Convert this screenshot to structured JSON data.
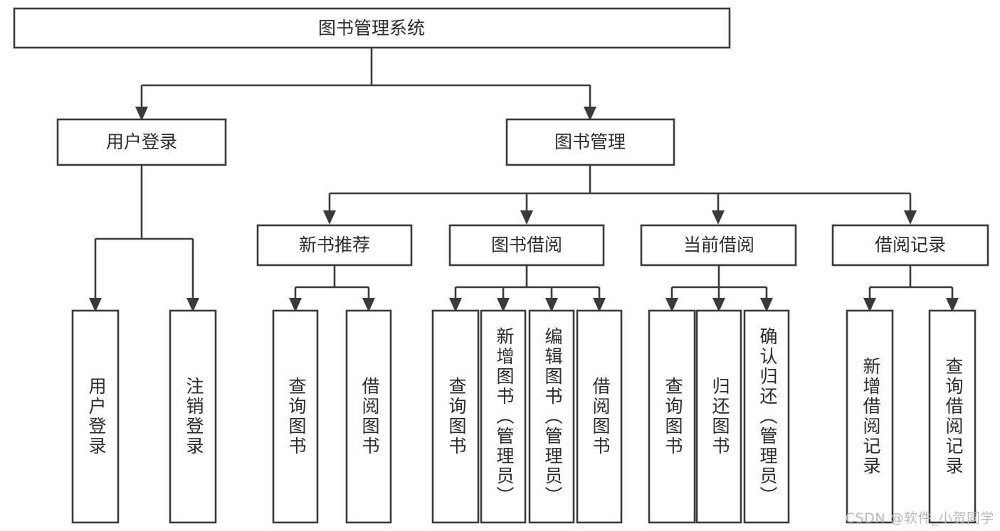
{
  "diagram": {
    "type": "tree-hierarchy",
    "title": "图书管理系统",
    "orientation": "top-down",
    "levels": [
      {
        "level": 1,
        "nodes": [
          {
            "id": "root",
            "label": "图书管理系统",
            "text_direction": "horizontal"
          }
        ]
      },
      {
        "level": 2,
        "nodes": [
          {
            "id": "login",
            "label": "用户登录",
            "text_direction": "horizontal",
            "parent": "root"
          },
          {
            "id": "bookmgmt",
            "label": "图书管理",
            "text_direction": "horizontal",
            "parent": "root"
          }
        ]
      },
      {
        "level": 3,
        "nodes": [
          {
            "id": "newbook",
            "label": "新书推荐",
            "text_direction": "horizontal",
            "parent": "bookmgmt"
          },
          {
            "id": "borrow",
            "label": "图书借阅",
            "text_direction": "horizontal",
            "parent": "bookmgmt"
          },
          {
            "id": "current",
            "label": "当前借阅",
            "text_direction": "horizontal",
            "parent": "bookmgmt"
          },
          {
            "id": "records",
            "label": "借阅记录",
            "text_direction": "horizontal",
            "parent": "bookmgmt"
          }
        ]
      },
      {
        "level": 4,
        "nodes": [
          {
            "id": "leaf-1",
            "label": "用户登录",
            "text_direction": "vertical",
            "parent": "login"
          },
          {
            "id": "leaf-2",
            "label": "注销登录",
            "text_direction": "vertical",
            "parent": "login"
          },
          {
            "id": "leaf-3",
            "label": "查询图书",
            "text_direction": "vertical",
            "parent": "newbook"
          },
          {
            "id": "leaf-4",
            "label": "借阅图书",
            "text_direction": "vertical",
            "parent": "newbook"
          },
          {
            "id": "leaf-5",
            "label": "查询图书",
            "text_direction": "vertical",
            "parent": "borrow"
          },
          {
            "id": "leaf-6",
            "label": "新增图书（管理员）",
            "text_direction": "vertical",
            "parent": "borrow"
          },
          {
            "id": "leaf-7",
            "label": "编辑图书（管理员）",
            "text_direction": "vertical",
            "parent": "borrow"
          },
          {
            "id": "leaf-8",
            "label": "借阅图书",
            "text_direction": "vertical",
            "parent": "borrow"
          },
          {
            "id": "leaf-9",
            "label": "查询图书",
            "text_direction": "vertical",
            "parent": "current"
          },
          {
            "id": "leaf-10",
            "label": "归还图书",
            "text_direction": "vertical",
            "parent": "current"
          },
          {
            "id": "leaf-11",
            "label": "确认归还（管理员）",
            "text_direction": "vertical",
            "parent": "current"
          },
          {
            "id": "leaf-12",
            "label": "新增借阅记录",
            "text_direction": "vertical",
            "parent": "records"
          },
          {
            "id": "leaf-13",
            "label": "查询借阅记录",
            "text_direction": "vertical",
            "parent": "records"
          }
        ]
      }
    ],
    "colors": {
      "box_fill": "#ffffff",
      "box_stroke": "#3a3a3a",
      "text": "#2b2b2b",
      "connector": "#3a3a3a",
      "background": "#ffffff",
      "watermark": "#b9b9b9"
    }
  },
  "watermark": {
    "text": "CSDN @软件_小贺同学"
  }
}
